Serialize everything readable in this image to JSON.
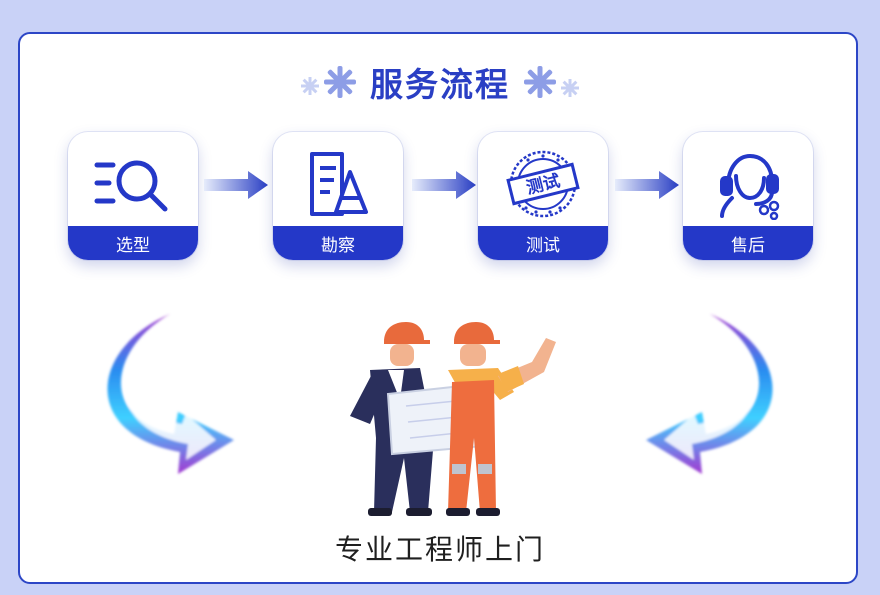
{
  "heading": "服务流程",
  "steps": [
    {
      "label": "选型",
      "icon": "search-list-icon"
    },
    {
      "label": "勘察",
      "icon": "document-survey-icon"
    },
    {
      "label": "测试",
      "icon": "test-stamp-icon",
      "stamp_text": "测试"
    },
    {
      "label": "售后",
      "icon": "customer-service-icon"
    }
  ],
  "footer": "专业工程师上门",
  "colors": {
    "accent": "#2438c8",
    "title": "#2a3fc4",
    "background": "#c9d2f7",
    "arrow_gradient_start": "#e6ecfb",
    "arrow_gradient_end": "#2a3fc4"
  }
}
